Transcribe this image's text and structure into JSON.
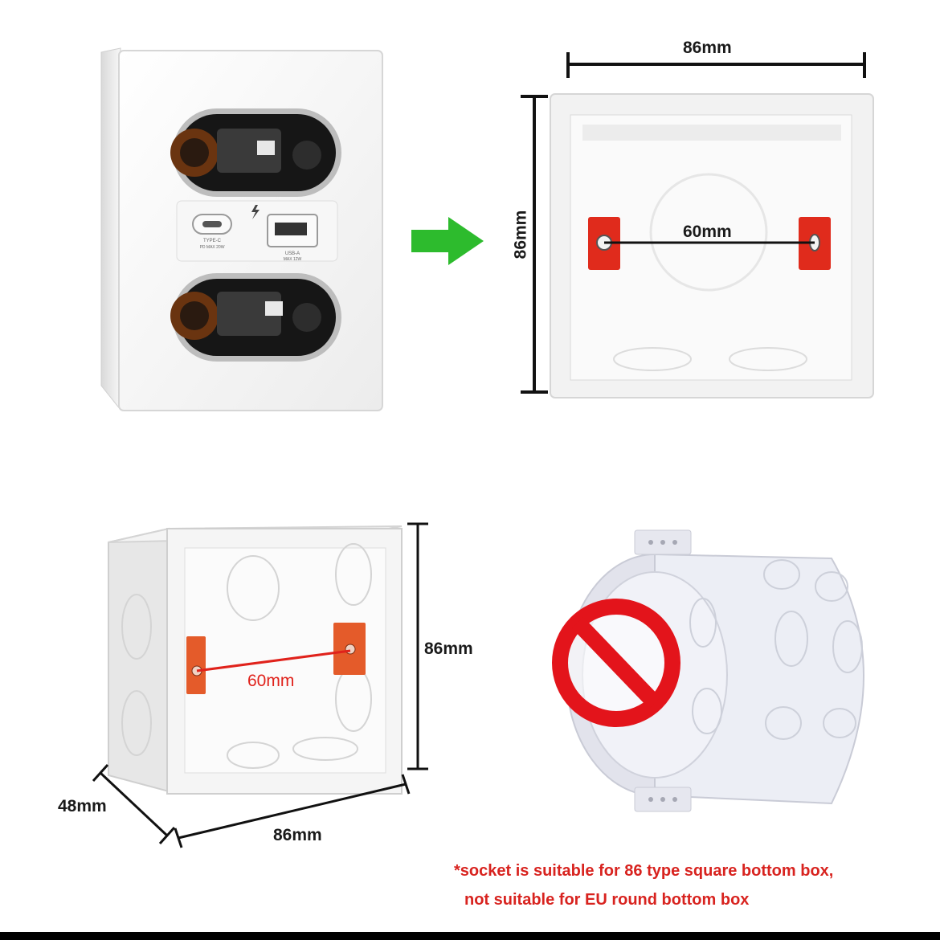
{
  "socket_panel": {
    "usb_c_label": "TYPE-C",
    "usb_c_rating": "PD MAX 20W",
    "usb_a_label": "USB-A",
    "usb_a_rating": "MAX 12W"
  },
  "box_front": {
    "width_label": "86mm",
    "height_label": "86mm",
    "screw_spacing_label": "60mm"
  },
  "box_perspective": {
    "height_label": "86mm",
    "depth_label": "48mm",
    "width_label": "86mm",
    "screw_spacing_label": "60mm"
  },
  "note": {
    "line1": "*socket is suitable for 86 type square bottom box,",
    "line2": "not suitable for EU round bottom box"
  },
  "colors": {
    "arrow": "#2dbb2d",
    "screw_lug": "#e02b1c",
    "prohibited": "#e3141b",
    "note_text": "#d8231f"
  }
}
